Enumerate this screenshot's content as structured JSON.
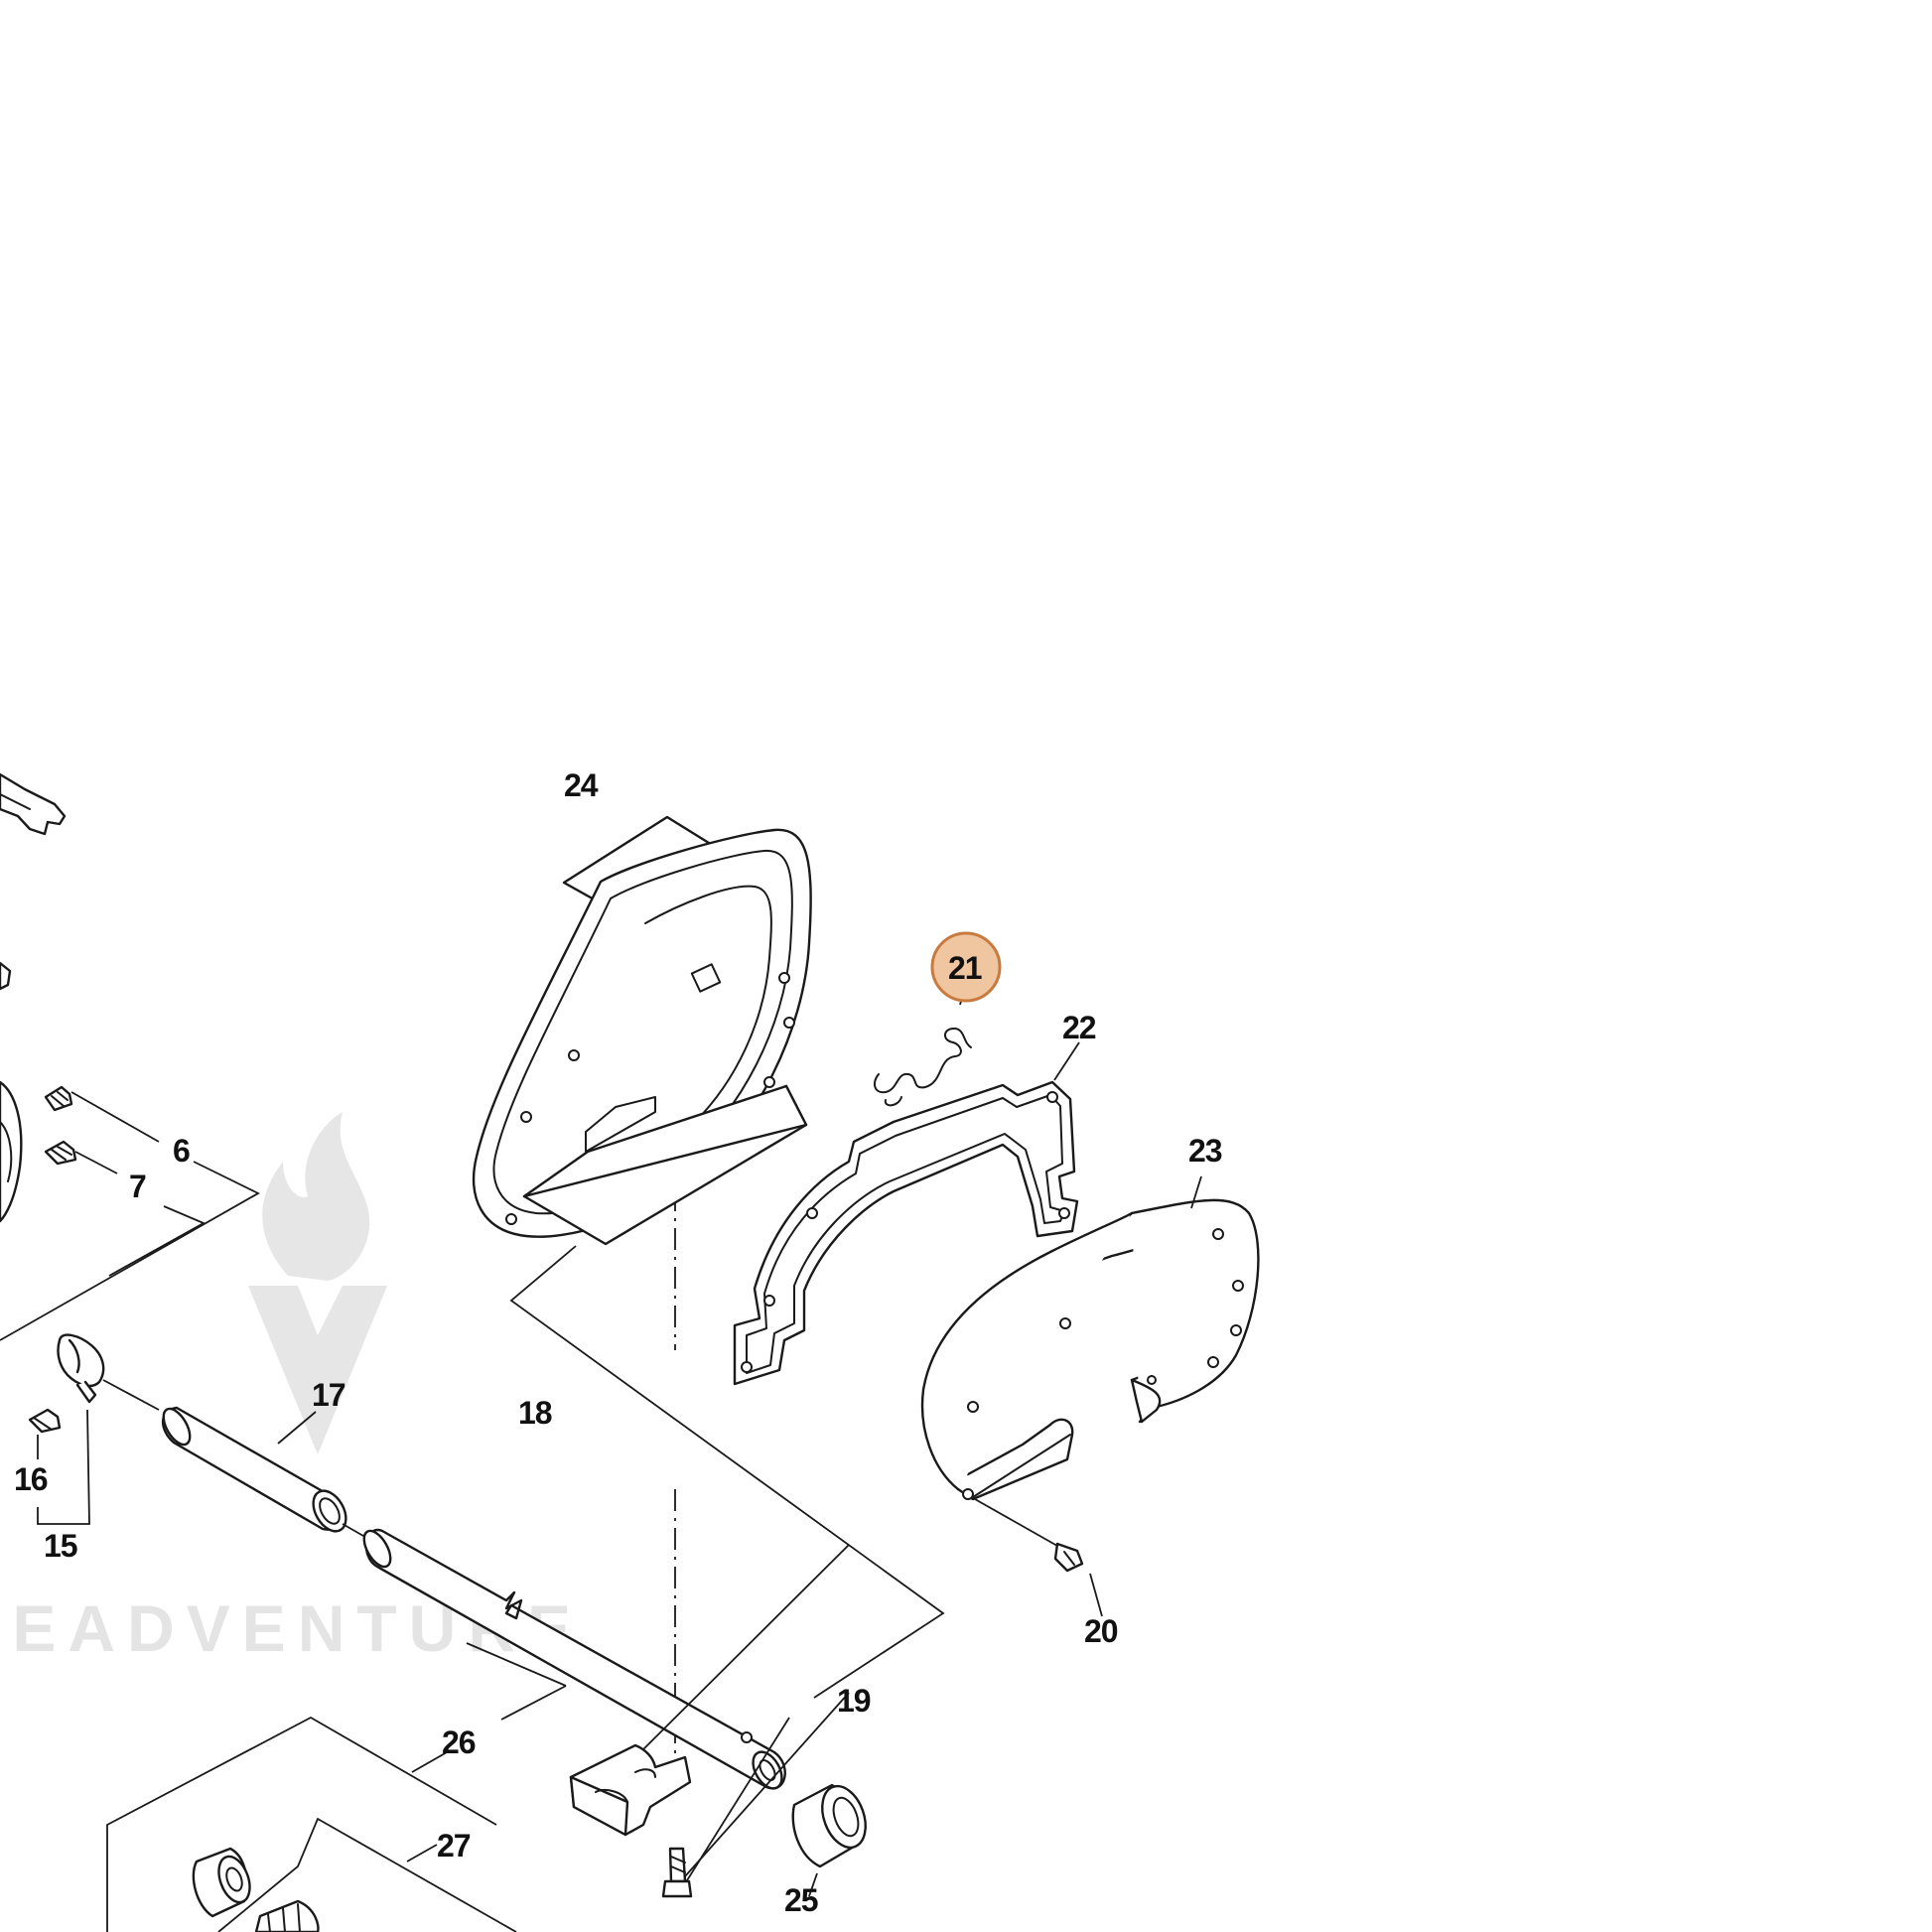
{
  "watermark": {
    "text": "LEADVENTURE",
    "color": "#e4e4e4"
  },
  "highlight": {
    "part": "21",
    "fill": "#f0c6a0",
    "stroke": "#c97a3e"
  },
  "callouts": {
    "c6": "6",
    "c7": "7",
    "c15": "15",
    "c16": "16",
    "c17": "17",
    "c18": "18",
    "c19": "19",
    "c20": "20",
    "c21": "21",
    "c22": "22",
    "c23": "23",
    "c24": "24",
    "c25": "25",
    "c26": "26",
    "c27": "27"
  },
  "icons": {
    "watermark_logo": "flame-v-logo-icon"
  }
}
